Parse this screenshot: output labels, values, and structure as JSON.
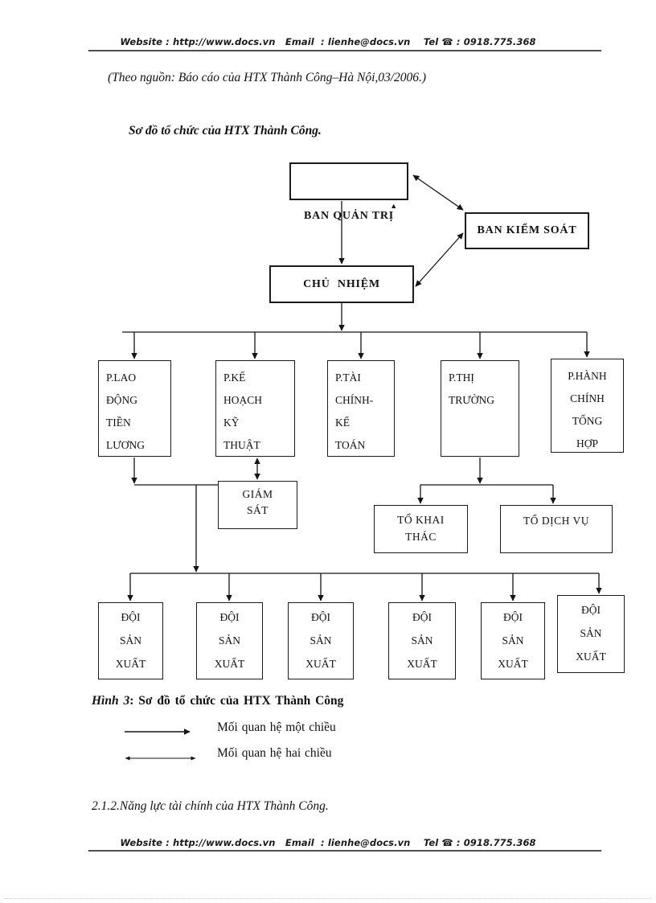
{
  "header": {
    "contact_line": "Website : http://www.docs.vn   Email  : lienhe@docs.vn    Tel ☎ : 0918.775.368"
  },
  "body": {
    "source_note": "(Theo nguồn: Báo cáo của HTX Thành Công–Hà Nội,03/2006.)",
    "diagram_title": "Sơ đồ tổ chức của HTX Thành Công.",
    "section_heading": "2.1.2.Năng lực tài chính của HTX Thành Công."
  },
  "chart": {
    "type": "org-chart",
    "nodes": {
      "ban_quan_tri": "BAN QUẢN TRỊ",
      "ban_quan_tri_mark": "▲",
      "ban_kiem_soat": "BAN KIỂM SOÁT",
      "chu_nhiem": "CHỦ NHIỆM",
      "giam_sat": "GIÁM\nSÁT",
      "to_khai_thac": "TỔ KHAI\nTHÁC",
      "to_dich_vu": "TỔ DỊCH VỤ"
    },
    "departments": [
      {
        "label": "P.LAO\nĐỘNG\nTIỀN\nLƯƠNG"
      },
      {
        "label": "P.KẾ\nHOẠCH\nKỸ\nTHUẬT"
      },
      {
        "label": "P.TÀI\nCHÍNH-\nKẾ\nTOÁN"
      },
      {
        "label": "P.THỊ\nTRƯỜNG"
      },
      {
        "label": "P.HÀNH\nCHÍNH\nTỔNG\nHỢP"
      }
    ],
    "teams": [
      {
        "label": "ĐỘI\nSẢN\nXUẤT"
      },
      {
        "label": "ĐỘI\nSẢN\nXUẤT"
      },
      {
        "label": "ĐỘI\nSẢN\nXUẤT"
      },
      {
        "label": "ĐỘI\nSẢN\nXUẤT"
      },
      {
        "label": "ĐỘI\nSẢN\nXUẤT"
      },
      {
        "label": "ĐỘI\nSẢN\nXUẤT"
      }
    ]
  },
  "figure_caption": {
    "prefix": "Hình 3",
    "text": ": Sơ đồ tổ chức của HTX Thành Công"
  },
  "legend": {
    "items": [
      {
        "label": "Mối quan hệ một chiều"
      },
      {
        "label": "Mối quan hệ hai chiều"
      }
    ]
  },
  "footer": {
    "contact_line": "Website : http://www.docs.vn   Email  : lienhe@docs.vn    Tel ☎ : 0918.775.368"
  }
}
